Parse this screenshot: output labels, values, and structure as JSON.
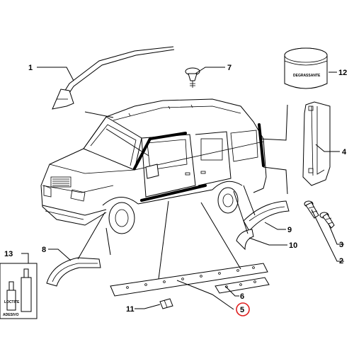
{
  "callouts": [
    {
      "id": "1",
      "label": "1"
    },
    {
      "id": "2",
      "label": "2"
    },
    {
      "id": "3",
      "label": "3"
    },
    {
      "id": "4",
      "label": "4"
    },
    {
      "id": "5",
      "label": "5",
      "highlighted": true,
      "highlight_color": "#e02020"
    },
    {
      "id": "6",
      "label": "6"
    },
    {
      "id": "7",
      "label": "7"
    },
    {
      "id": "8",
      "label": "8"
    },
    {
      "id": "9",
      "label": "9"
    },
    {
      "id": "10",
      "label": "10"
    },
    {
      "id": "11",
      "label": "11"
    },
    {
      "id": "12",
      "label": "12"
    },
    {
      "id": "13",
      "label": "13"
    }
  ],
  "jar_label": "DEGRASSANTE",
  "tube_label": "LOCTITE",
  "box_label": "ADESIVO"
}
